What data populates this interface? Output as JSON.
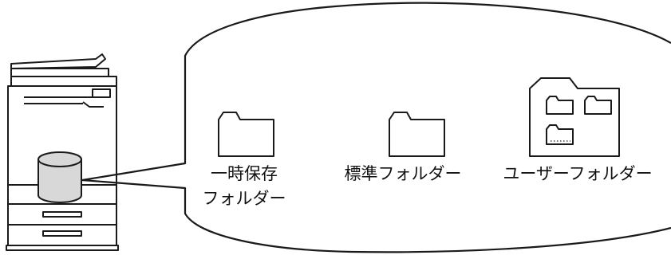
{
  "folders": {
    "temporary": {
      "label_line1": "一時保存",
      "label_line2": "フォルダー"
    },
    "standard": {
      "label": "標準フォルダー"
    },
    "user": {
      "label": "ユーザーフォルダー"
    }
  },
  "icons": {
    "device": "multifunction-printer-icon",
    "storage": "hard-disk-icon",
    "temporary": "folder-icon",
    "standard": "folder-icon",
    "user": "user-folder-icon"
  },
  "colors": {
    "line": "#1a1a1a",
    "disk_fill": "#d8d8d8"
  }
}
